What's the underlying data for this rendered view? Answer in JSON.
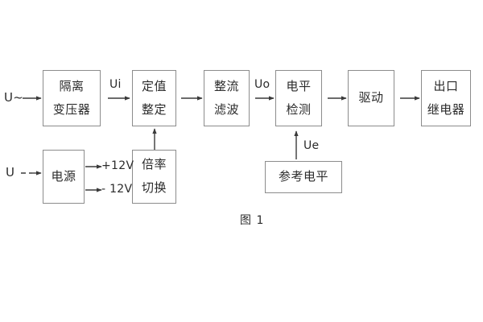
{
  "figure": {
    "caption": "图 1",
    "stroke_color": "#8c8c8c",
    "arrow_color": "#3a3a3a",
    "text_color": "#2b2b2b",
    "background": "#ffffff"
  },
  "blocks": [
    {
      "id": "isolation-transformer",
      "line1": "隔离",
      "line2": "变压器"
    },
    {
      "id": "setting-value",
      "line1": "定值",
      "line2": "整定"
    },
    {
      "id": "rectify-filter",
      "line1": "整流",
      "line2": "滤波"
    },
    {
      "id": "level-detection",
      "line1": "电平",
      "line2": "检测"
    },
    {
      "id": "drive",
      "line1": "驱动",
      "line2": ""
    },
    {
      "id": "output-relay",
      "line1": "出口",
      "line2": "继电器"
    },
    {
      "id": "power-supply",
      "line1": "电源",
      "line2": ""
    },
    {
      "id": "multiplier-switch",
      "line1": "倍率",
      "line2": "切换"
    },
    {
      "id": "reference-level",
      "line1": "参考电平",
      "line2": ""
    }
  ],
  "signals": {
    "input_ac": "U~",
    "input_dc": "U",
    "ui": "Ui",
    "uo": "Uo",
    "ue": "Ue",
    "rail_positive": "+12V",
    "rail_negative": "- 12V"
  }
}
